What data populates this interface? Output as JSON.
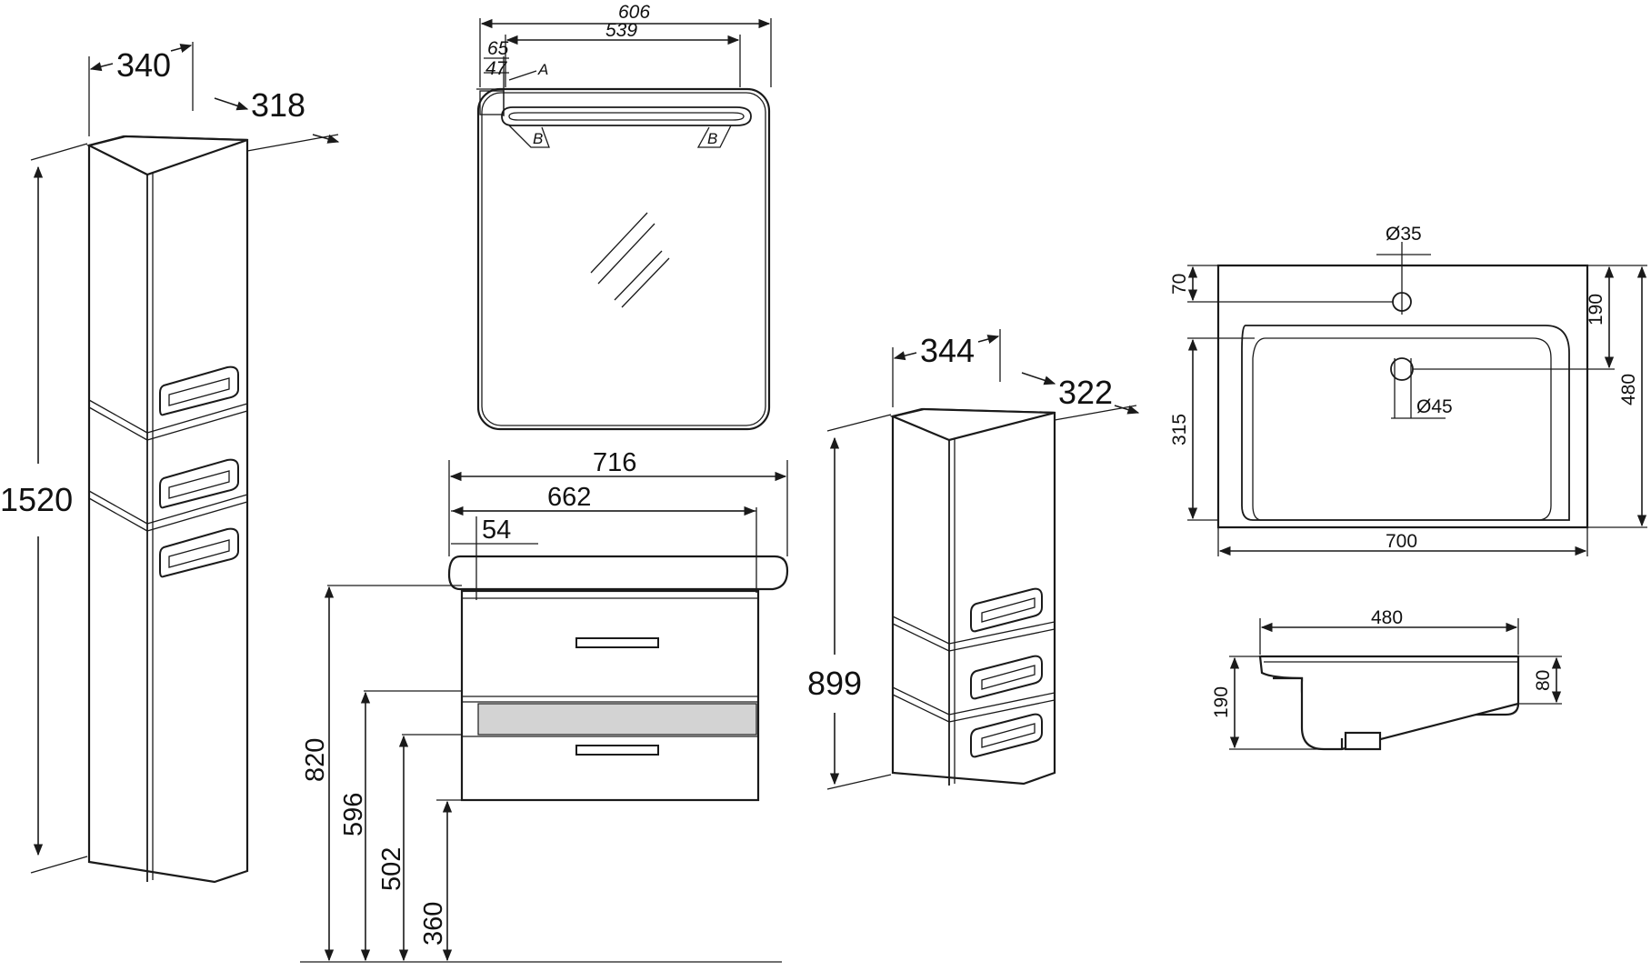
{
  "tall_cabinet": {
    "width": "340",
    "depth": "318",
    "height": "1520"
  },
  "mirror": {
    "width_outer": "606",
    "width_inner": "539",
    "offset_1": "65",
    "offset_2": "47",
    "point_a": "A",
    "point_b": "B"
  },
  "vanity": {
    "top_width": "716",
    "body_width": "662",
    "overhang": "54",
    "height_820": "820",
    "height_596": "596",
    "height_502": "502",
    "height_360": "360"
  },
  "wall_cabinet": {
    "width": "344",
    "depth": "322",
    "height": "899"
  },
  "basin_top": {
    "tap_hole": "Ø35",
    "drain_hole": "Ø45",
    "tap_offset": "70",
    "drain_offset": "190",
    "bowl_depth": "315",
    "depth": "480",
    "width": "700"
  },
  "basin_side": {
    "depth": "480",
    "height": "190",
    "rim": "80"
  }
}
